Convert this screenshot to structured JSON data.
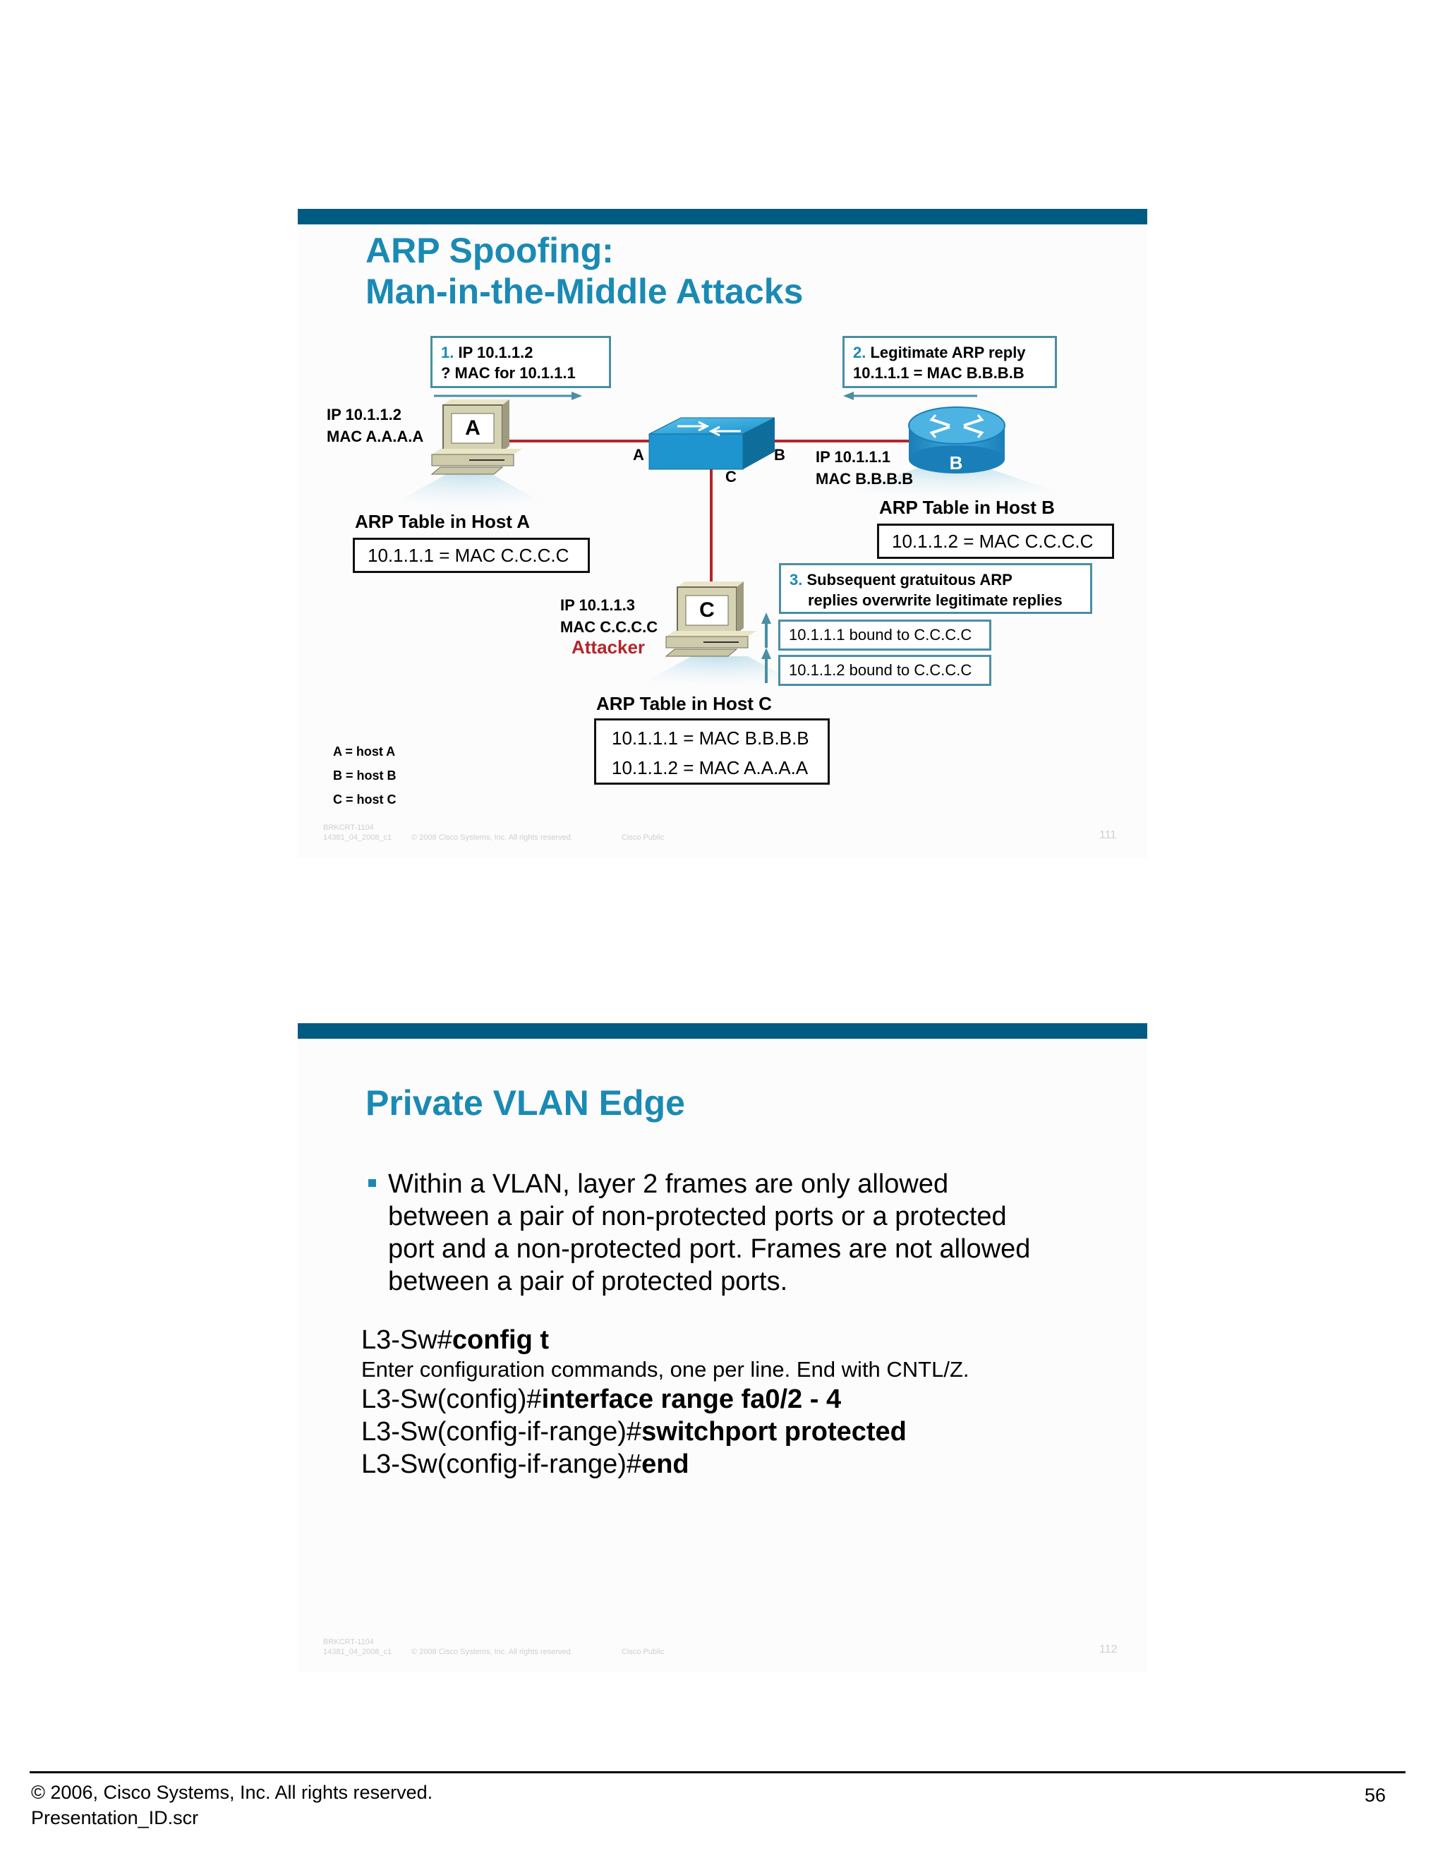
{
  "slide1": {
    "title_line1": "ARP Spoofing:",
    "title_line2": "Man-in-the-Middle Attacks",
    "callout1": {
      "num": "1.",
      "line1": " IP 10.1.1.2",
      "line2": "? MAC for 10.1.1.1"
    },
    "callout2": {
      "num": "2.",
      "line1": " Legitimate ARP reply",
      "line2": "10.1.1.1 = MAC B.B.B.B"
    },
    "callout3": {
      "num": "3.",
      "line1": " Subsequent gratuitous ARP",
      "line2": "replies overwrite legitimate replies"
    },
    "hostA": {
      "letter": "A",
      "ip": "IP 10.1.1.2",
      "mac": "MAC A.A.A.A",
      "table_title": "ARP Table in Host A",
      "table_rows": [
        "10.1.1.1 = MAC C.C.C.C"
      ]
    },
    "hostB": {
      "letter": "B",
      "ip": "IP 10.1.1.1",
      "mac": "MAC B.B.B.B",
      "table_title": "ARP Table in Host B",
      "table_rows": [
        "10.1.1.2 = MAC C.C.C.C"
      ]
    },
    "hostC": {
      "letter": "C",
      "ip": "IP 10.1.1.3",
      "mac": "MAC C.C.C.C",
      "role": "Attacker",
      "table_title": "ARP Table in Host C",
      "table_rows": [
        "10.1.1.1 = MAC B.B.B.B",
        "10.1.1.2 = MAC A.A.A.A"
      ]
    },
    "port_labels": {
      "a": "A",
      "b": "B",
      "c": "C"
    },
    "bindings": [
      "10.1.1.1 bound to C.C.C.C",
      "10.1.1.2 bound to C.C.C.C"
    ],
    "legend": [
      "A = host A",
      "B = host B",
      "C = host C"
    ],
    "fine_print": {
      "code1": "BRKCRT-1104",
      "code2": "14381_04_2008_c1",
      "copyright": "© 2008 Cisco Systems, Inc. All rights reserved.",
      "public": "Cisco Public",
      "page": "111"
    }
  },
  "slide2": {
    "title": "Private VLAN Edge",
    "bullet_lines": [
      "Within a VLAN, layer 2 frames are only allowed",
      "between a pair of non-protected ports or a protected",
      "port and a non-protected port. Frames are not allowed",
      "between a pair of protected ports."
    ],
    "cli": [
      {
        "prompt": "L3-Sw#",
        "cmd": "config t"
      },
      {
        "output": "Enter configuration commands, one per line.  End with CNTL/Z."
      },
      {
        "prompt": "L3-Sw(config)#",
        "cmd": "interface range fa0/2 - 4"
      },
      {
        "prompt": "L3-Sw(config-if-range)#",
        "cmd": "switchport protected"
      },
      {
        "prompt": "L3-Sw(config-if-range)#",
        "cmd": "end"
      }
    ],
    "fine_print": {
      "code1": "BRKCRT-1104",
      "code2": "14381_04_2008_c1",
      "copyright": "© 2008 Cisco Systems, Inc. All rights reserved.",
      "public": "Cisco Public",
      "page": "112"
    }
  },
  "footer": {
    "copyright": "© 2006, Cisco Systems, Inc. All rights reserved.",
    "presentation_id": "Presentation_ID.scr",
    "page_number": "56"
  },
  "colors": {
    "title": "#1a8ab4",
    "bar": "#005b82",
    "link": "#b3262a",
    "callout_border": "#4a8fa3",
    "attacker": "#b3262a"
  }
}
